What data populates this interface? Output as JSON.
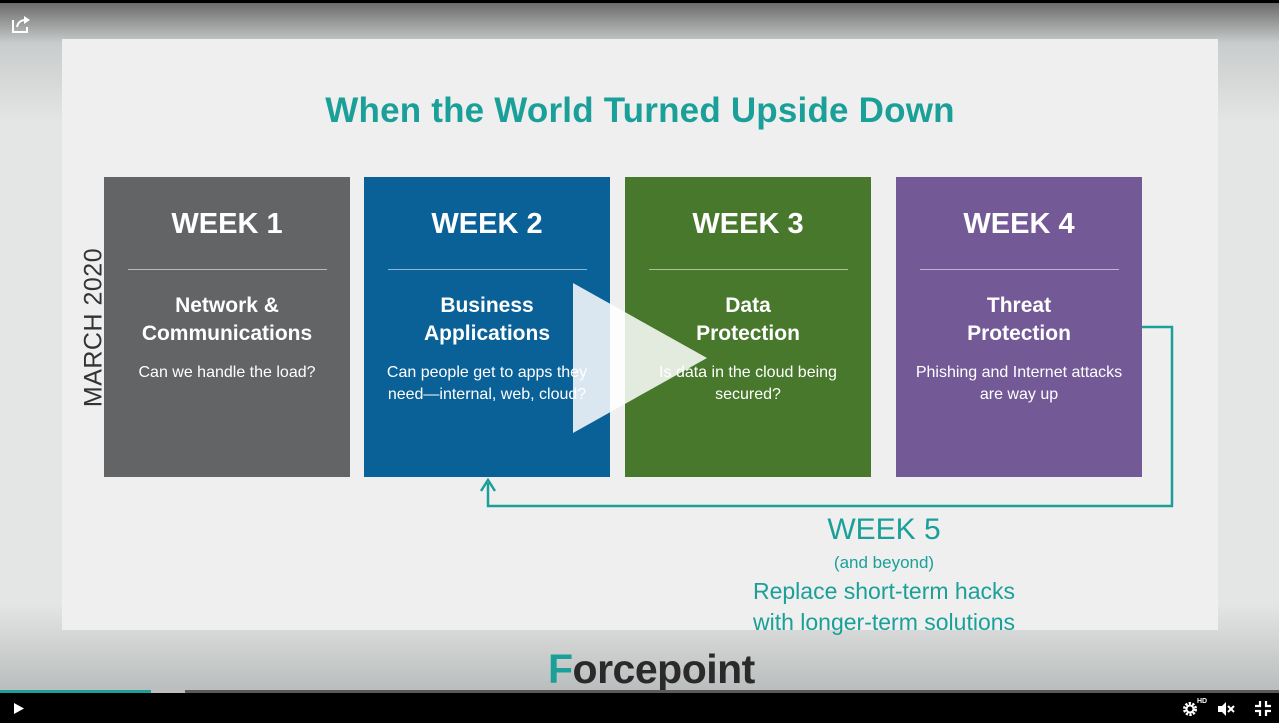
{
  "player": {
    "progress_played": 0.118,
    "progress_buffered": 0.145,
    "hd_label": "HD",
    "icons": {
      "share": "share-icon",
      "big_play": "play-icon",
      "play": "play-icon",
      "settings": "gear-icon",
      "mute": "speaker-muted-icon",
      "exit_fullscreen": "exit-fullscreen-icon"
    }
  },
  "slide": {
    "title": "When the World Turned Upside Down",
    "side_label": "MARCH 2020",
    "weeks": [
      {
        "title": "WEEK 1",
        "heading_line1": "Network &",
        "heading_line2": "Communications",
        "desc": "Can we handle the load?",
        "color": "#636466"
      },
      {
        "title": "WEEK 2",
        "heading_line1": "Business",
        "heading_line2": "Applications",
        "desc": "Can people get to apps they need—internal, web, cloud?",
        "color": "#0a6197"
      },
      {
        "title": "WEEK 3",
        "heading_line1": "Data",
        "heading_line2": "Protection",
        "desc": "Is data in the cloud being secured?",
        "color": "#47782b"
      },
      {
        "title": "WEEK 4",
        "heading_line1": "Threat",
        "heading_line2": "Protection",
        "desc": "Phishing and Internet attacks are way up",
        "color": "#735a97"
      }
    ],
    "week5": {
      "title": "WEEK 5",
      "subtitle": "(and beyond)",
      "line1": "Replace short-term hacks",
      "line2": "with longer-term solutions"
    },
    "accent_color": "#1aa099",
    "logo_prefix": "F",
    "logo_rest": "orcepoint"
  }
}
